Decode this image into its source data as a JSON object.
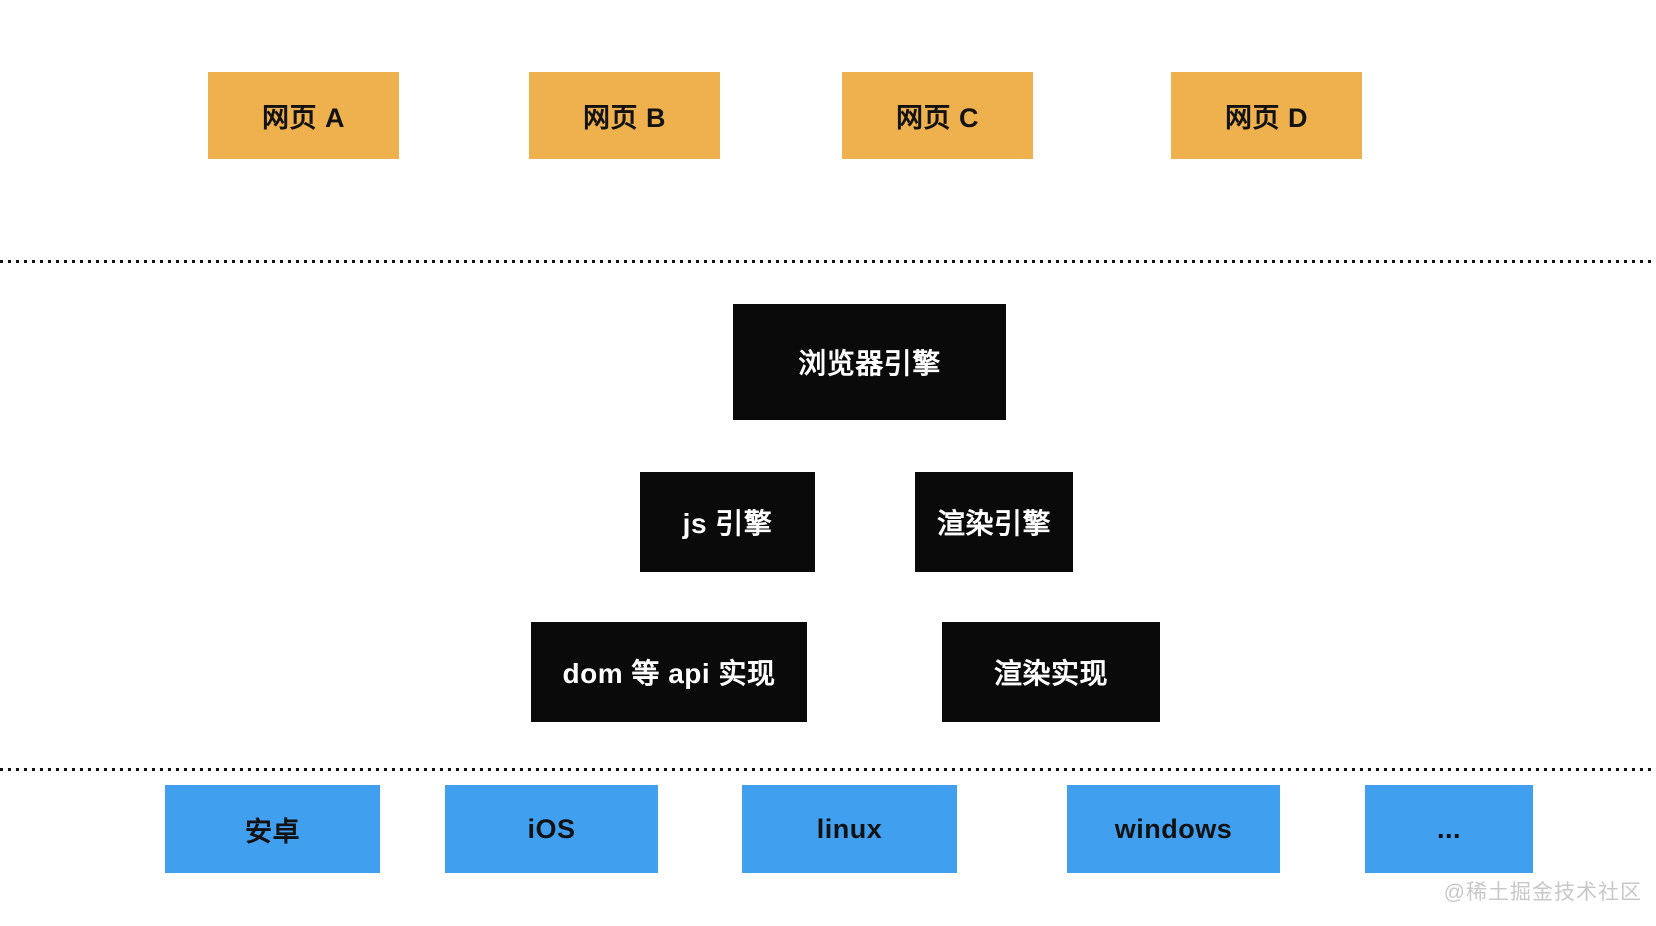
{
  "diagram": {
    "name": "browser-architecture-diagram",
    "top_row": [
      {
        "label": "网页 A"
      },
      {
        "label": "网页 B"
      },
      {
        "label": "网页 C"
      },
      {
        "label": "网页 D"
      }
    ],
    "browser_engine": {
      "label": "浏览器引擎"
    },
    "engine_row": [
      {
        "label": "js 引擎"
      },
      {
        "label": "渲染引擎"
      }
    ],
    "impl_row": [
      {
        "label": "dom 等 api 实现"
      },
      {
        "label": "渲染实现"
      }
    ],
    "platform_row": [
      {
        "label": "安卓"
      },
      {
        "label": "iOS"
      },
      {
        "label": "linux"
      },
      {
        "label": "windows"
      },
      {
        "label": "..."
      }
    ],
    "watermark": "@稀土掘金技术社区",
    "colors": {
      "page_background": "#ffffff",
      "webpage_box": "#efb14d",
      "engine_box": "#0a0a0a",
      "engine_box_text": "#ffffff",
      "platform_box": "#419ff0",
      "box_text": "#121212",
      "dotted_line": "#111111",
      "watermark_text": "#c8c8c8"
    }
  }
}
